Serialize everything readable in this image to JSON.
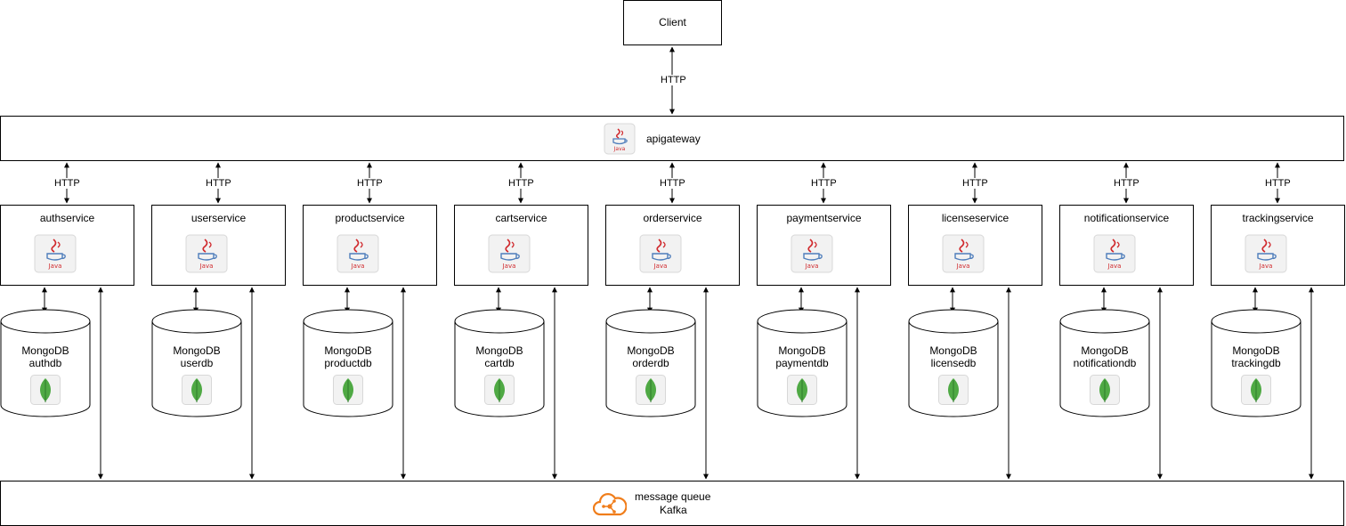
{
  "client": {
    "label": "Client"
  },
  "gateway": {
    "label": "apigateway",
    "icon": "java-icon"
  },
  "protocol": "HTTP",
  "services": [
    {
      "name": "authservice",
      "db_engine": "MongoDB",
      "db_name": "authdb"
    },
    {
      "name": "userservice",
      "db_engine": "MongoDB",
      "db_name": "userdb"
    },
    {
      "name": "productservice",
      "db_engine": "MongoDB",
      "db_name": "productdb"
    },
    {
      "name": "cartservice",
      "db_engine": "MongoDB",
      "db_name": "cartdb"
    },
    {
      "name": "orderservice",
      "db_engine": "MongoDB",
      "db_name": "orderdb"
    },
    {
      "name": "paymentservice",
      "db_engine": "MongoDB",
      "db_name": "paymentdb"
    },
    {
      "name": "licenseservice",
      "db_engine": "MongoDB",
      "db_name": "licensedb"
    },
    {
      "name": "notificationservice",
      "db_engine": "MongoDB",
      "db_name": "notificationdb"
    },
    {
      "name": "trackingservice",
      "db_engine": "MongoDB",
      "db_name": "trackingdb"
    }
  ],
  "queue": {
    "line1": "message queue",
    "line2": "Kafka",
    "icon": "kafka-cloud-icon"
  },
  "colors": {
    "java_red": "#d0282c",
    "java_blue": "#4e7dbb",
    "mongo_green": "#4fa944",
    "kafka_orange": "#f07d1a"
  }
}
